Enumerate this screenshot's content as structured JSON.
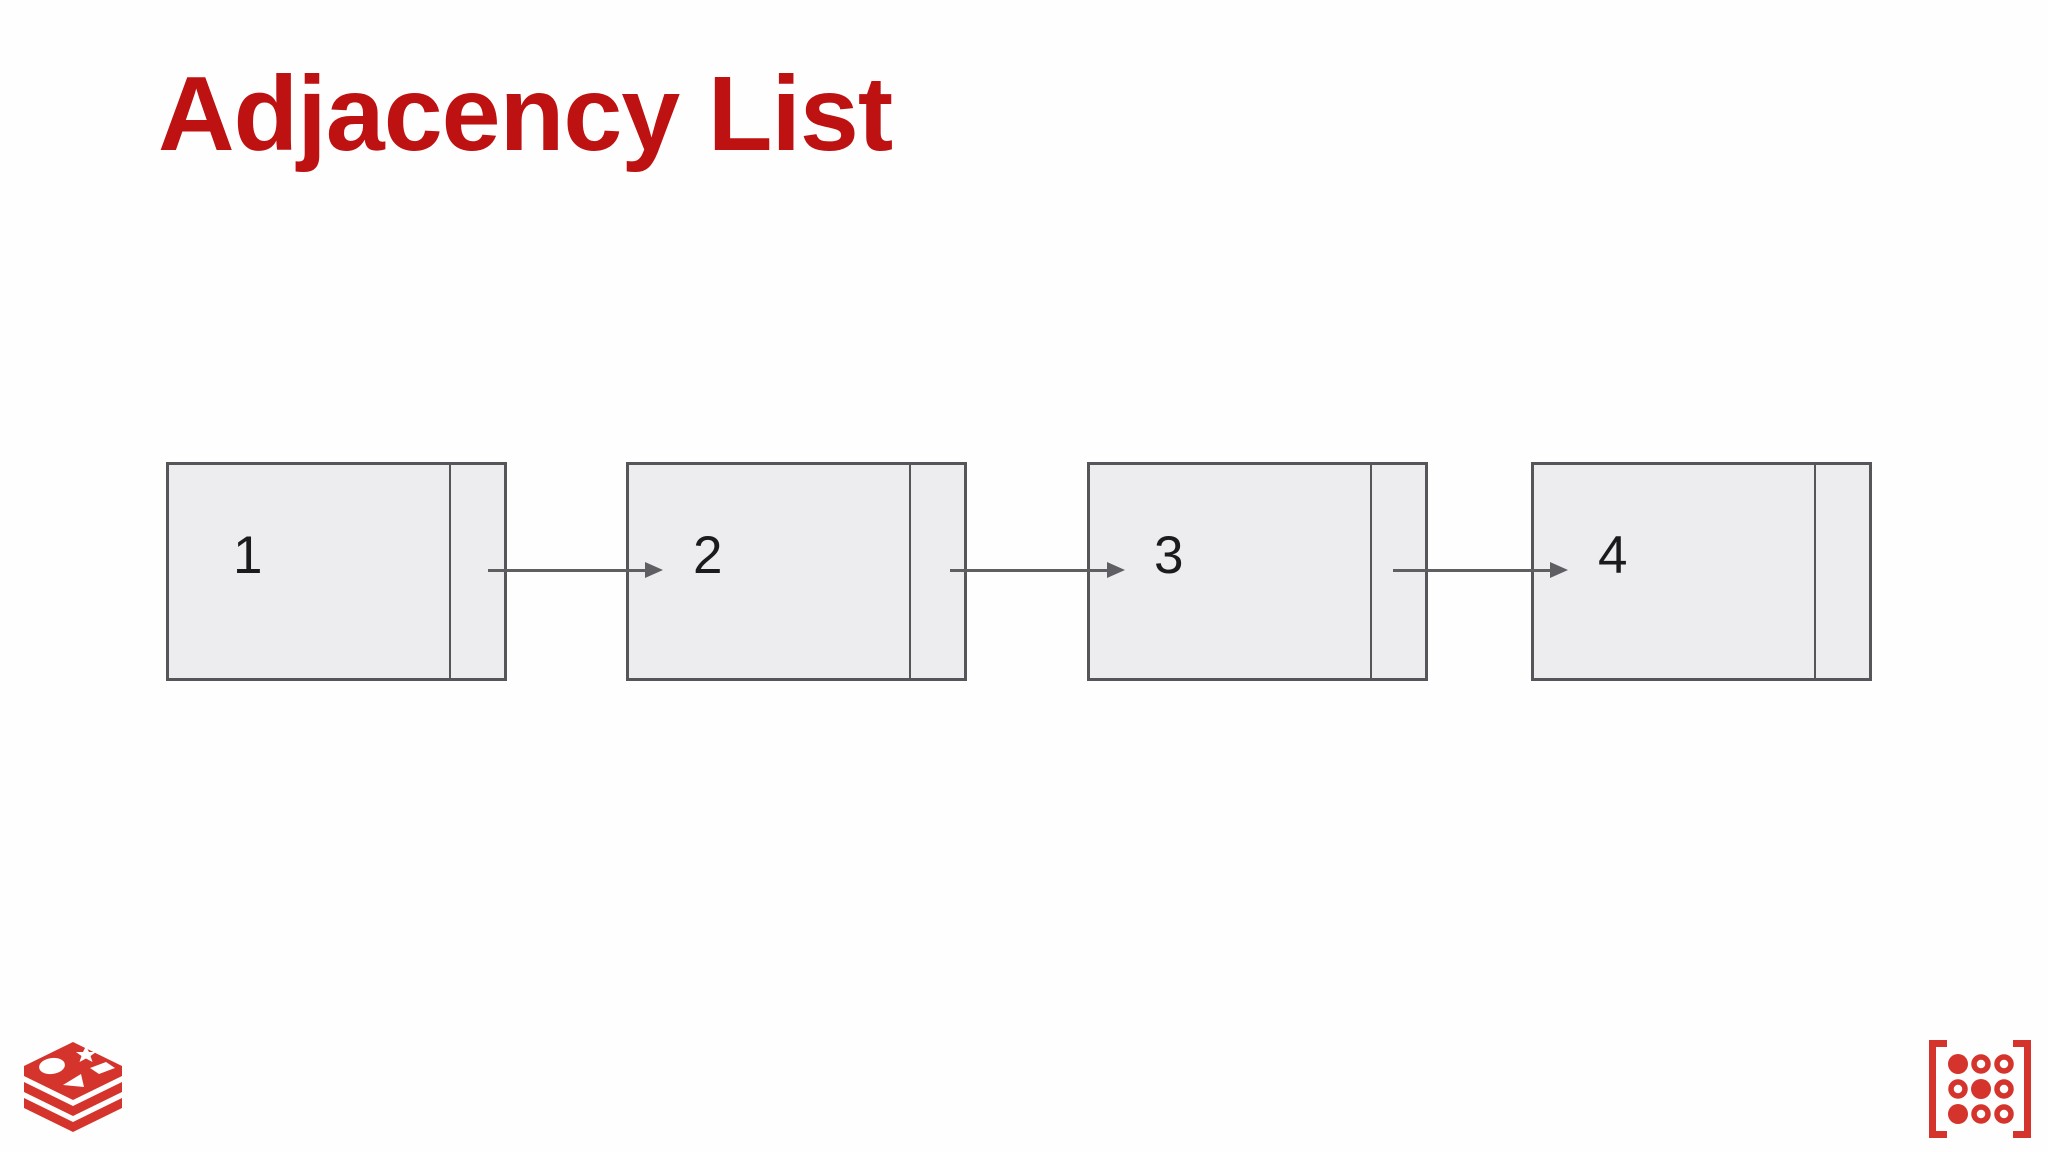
{
  "slide": {
    "title": "Adjacency List"
  },
  "colors": {
    "title": "#be1112",
    "node_fill": "#edecef",
    "node_border": "#55555a",
    "arrow": "#5f5f63",
    "logo_red": "#d5342c"
  },
  "diagram": {
    "type": "linked-list",
    "description": "Four singly-linked list nodes connected left to right by arrows; each node has a value cell and a pointer cell",
    "nodes": [
      {
        "label": "1"
      },
      {
        "label": "2"
      },
      {
        "label": "3"
      },
      {
        "label": "4"
      }
    ]
  },
  "footer": {
    "left_logo": "redis",
    "right_logo": "bracket-dot-matrix"
  }
}
